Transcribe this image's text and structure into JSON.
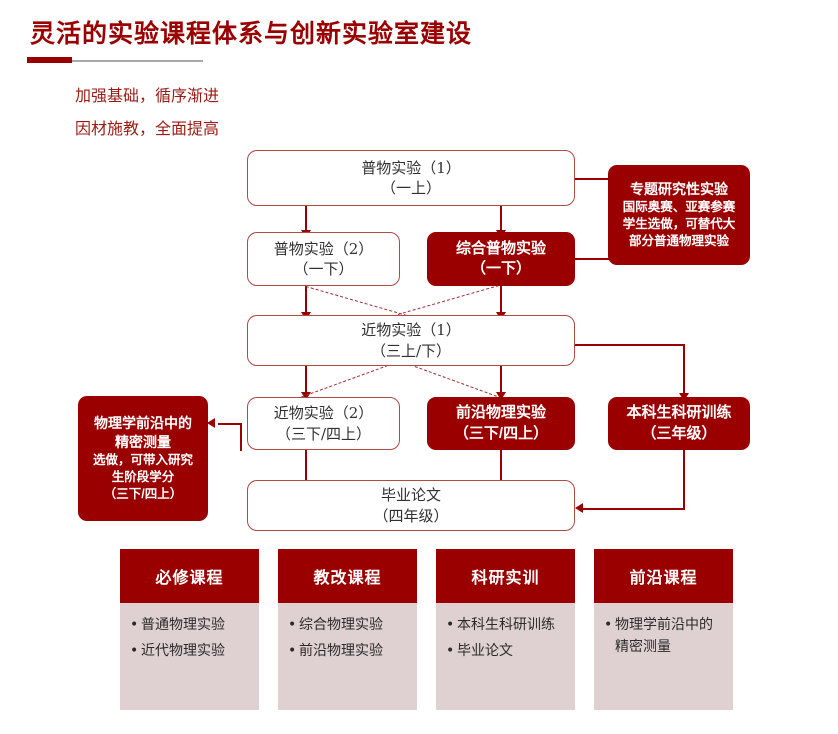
{
  "header": {
    "title": "灵活的实验课程体系与创新实验室建设",
    "subtitles": [
      "加强基础，循序渐进",
      "因材施教，全面提高"
    ],
    "accent_color": "#9B0000",
    "rule_color": "#a8a8a8"
  },
  "flow": {
    "nodes": [
      {
        "id": "puwu1",
        "style": "light",
        "lines": [
          "普物实验（1）",
          "（一上）"
        ]
      },
      {
        "id": "zhuanti",
        "style": "dark",
        "lines": [
          "专题研究性实验",
          "国际奥赛、亚赛参赛",
          "学生选做，可替代大",
          "部分普通物理实验"
        ]
      },
      {
        "id": "puwu2",
        "style": "light",
        "lines": [
          "普物实验（2）",
          "（一下）"
        ]
      },
      {
        "id": "zonghe",
        "style": "dark",
        "lines": [
          "综合普物实验",
          "（一下）"
        ]
      },
      {
        "id": "jinwu1",
        "style": "light",
        "lines": [
          "近物实验（1）",
          "（三上/下）"
        ]
      },
      {
        "id": "qianyan_jm",
        "style": "dark",
        "lines": [
          "物理学前沿中的",
          "精密测量",
          "选做，可带入研究",
          "生阶段学分",
          "（三下/四上）"
        ]
      },
      {
        "id": "jinwu2",
        "style": "light",
        "lines": [
          "近物实验（2）",
          "（三下/四上）"
        ]
      },
      {
        "id": "qianyan",
        "style": "dark",
        "lines": [
          "前沿物理实验",
          "（三下/四上）"
        ]
      },
      {
        "id": "benke",
        "style": "dark",
        "lines": [
          "本科生科研训练",
          "（三年级）"
        ]
      },
      {
        "id": "lunwen",
        "style": "light",
        "lines": [
          "毕业论文",
          "（四年级）"
        ]
      }
    ]
  },
  "cards": [
    {
      "title": "必修课程",
      "items": [
        "普通物理实验",
        "近代物理实验"
      ]
    },
    {
      "title": "教改课程",
      "items": [
        "综合物理实验",
        "前沿物理实验"
      ]
    },
    {
      "title": "科研实训",
      "items": [
        "本科生科研训练",
        "毕业论文"
      ]
    },
    {
      "title": "前沿课程",
      "items": [
        "物理学前沿中的\n精密测量"
      ]
    }
  ]
}
